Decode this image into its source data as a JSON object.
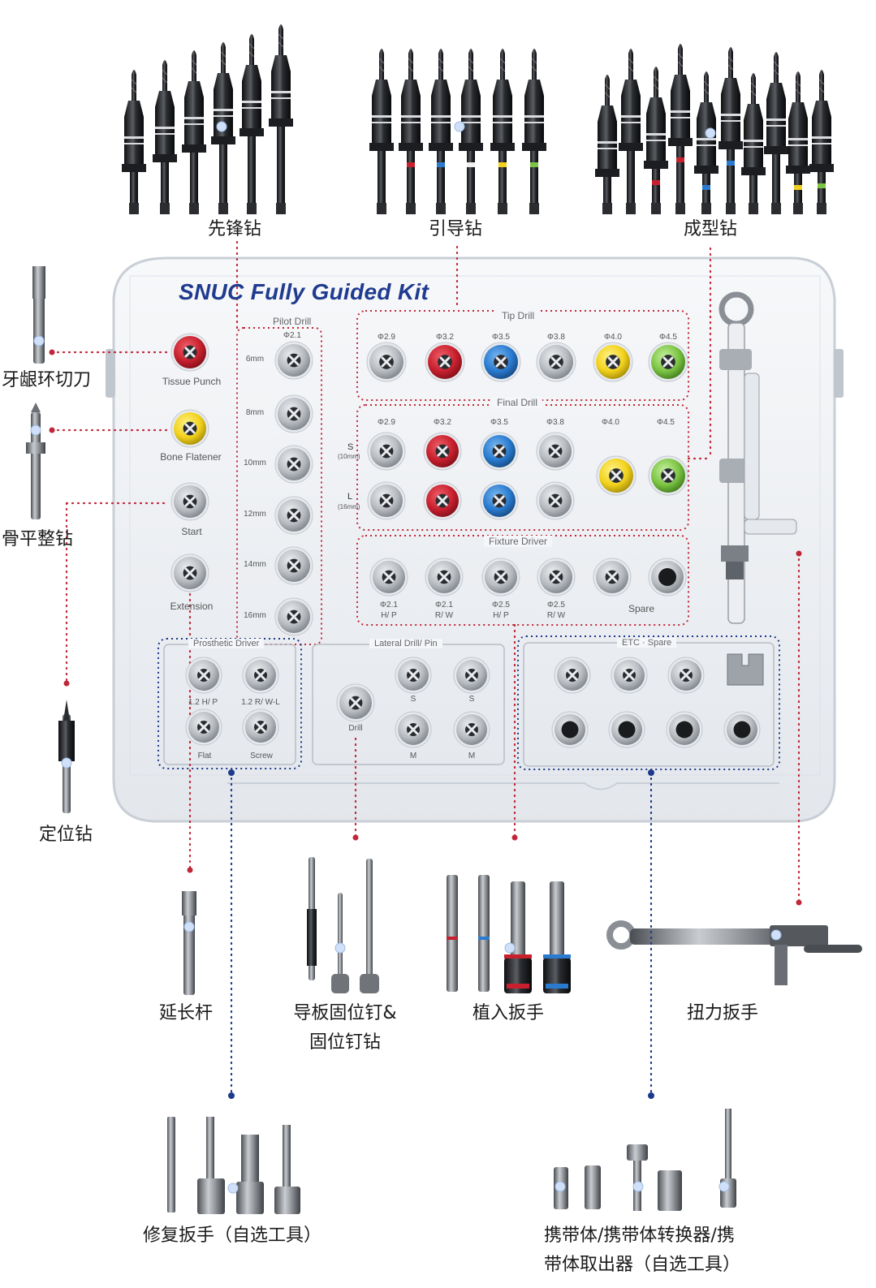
{
  "kit_title": "SNUC Fully Guided Kit",
  "callouts": {
    "pilot_drills": "先锋钻",
    "guide_drills": "引导钻",
    "shaping_drills": "成型钻",
    "tissue_punch": "牙龈环切刀",
    "bone_flattener": "骨平整钻",
    "locating_drill": "定位钻",
    "extension": "延长杆",
    "guide_pin_line1": "导板固位钉&",
    "guide_pin_line2": "固位钉钻",
    "insertion_wrench": "植入扳手",
    "torque_wrench": "扭力扳手",
    "prosthetic_wrench": "修复扳手（自选工具）",
    "carrier_line1": "携带体/携带体转换器/携",
    "carrier_line2": "带体取出器（自选工具）"
  },
  "tray": {
    "left_column": {
      "tissue_punch": "Tissue Punch",
      "bone_flatener": "Bone Flatener",
      "start": "Start",
      "extension": "Extension"
    },
    "pilot_drill": {
      "title": "Pilot Drill",
      "diameter": "Φ2.1",
      "lengths": [
        "6mm",
        "8mm",
        "10mm",
        "12mm",
        "14mm",
        "16mm"
      ]
    },
    "tip_drill": {
      "title": "Tip Drill",
      "diameters": [
        "Φ2.9",
        "Φ3.2",
        "Φ3.5",
        "Φ3.8",
        "Φ4.0",
        "Φ4.5"
      ]
    },
    "final_drill": {
      "title": "Final Drill",
      "diameters": [
        "Φ2.9",
        "Φ3.2",
        "Φ3.5",
        "Φ3.8",
        "Φ4.0",
        "Φ4.5"
      ],
      "row_s": "S",
      "row_s_len": "(10mm)",
      "row_l": "L",
      "row_l_len": "(16mm)"
    },
    "fixture_driver": {
      "title": "Fixture Driver",
      "items": [
        {
          "d": "Φ2.1",
          "t": "H/ P"
        },
        {
          "d": "Φ2.1",
          "t": "R/ W"
        },
        {
          "d": "Φ2.5",
          "t": "H/ P"
        },
        {
          "d": "Φ2.5",
          "t": "R/ W"
        }
      ],
      "spare": "Spare"
    },
    "prosthetic_driver": {
      "title": "Prosthetic Driver",
      "labels": [
        "1.2 H/ P",
        "1.2 R/ W-L",
        "Flat",
        "Screw"
      ]
    },
    "lateral_drill": {
      "title": "Lateral Drill/ Pin",
      "drill": "Drill",
      "labels": [
        "S",
        "S",
        "M",
        "M"
      ]
    },
    "etc": {
      "title": "ETC · Spare"
    }
  },
  "colors": {
    "title_blue": "#1f3b8f",
    "leader_red": "#c0283a",
    "leader_blue": "#1d3a8a",
    "red_cap": "#c8202e",
    "blue_cap": "#2a7bd0",
    "yellow_cap": "#f2d21c",
    "green_cap": "#7cc443",
    "gray_cap": "#b9bcc0"
  },
  "icons": [
    "drill-icon",
    "wrench-icon",
    "hex-driver-icon"
  ]
}
